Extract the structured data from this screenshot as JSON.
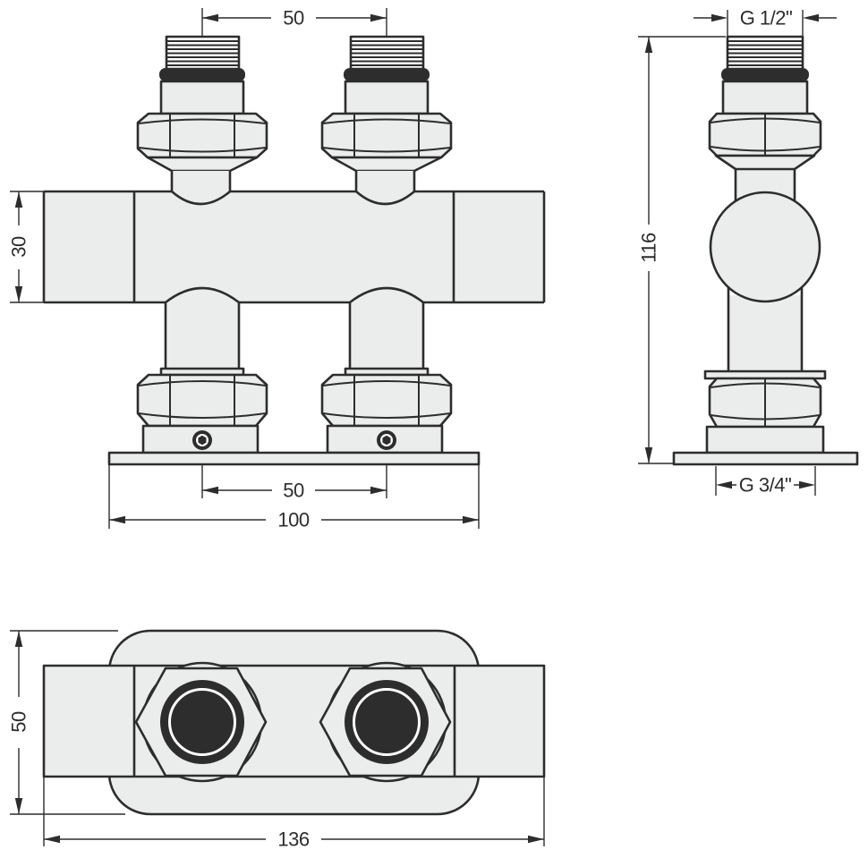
{
  "dims": {
    "front_port_spacing_top": {
      "label": "50"
    },
    "front_body_height": {
      "label": "30"
    },
    "front_port_spacing_bottom": {
      "label": "50"
    },
    "front_plate_length": {
      "label": "100"
    },
    "side_thread_top": {
      "label": "G 1/2\""
    },
    "side_total_height": {
      "label": "116"
    },
    "side_thread_bottom": {
      "label": "G 3/4\""
    },
    "bottom_plate_depth": {
      "label": "50"
    },
    "bottom_total_length": {
      "label": "136"
    }
  },
  "colors": {
    "line": "#2d2d2d",
    "fill_light": "#ebecec",
    "fill_dark": "#2d2d2d",
    "background": "#ffffff"
  }
}
